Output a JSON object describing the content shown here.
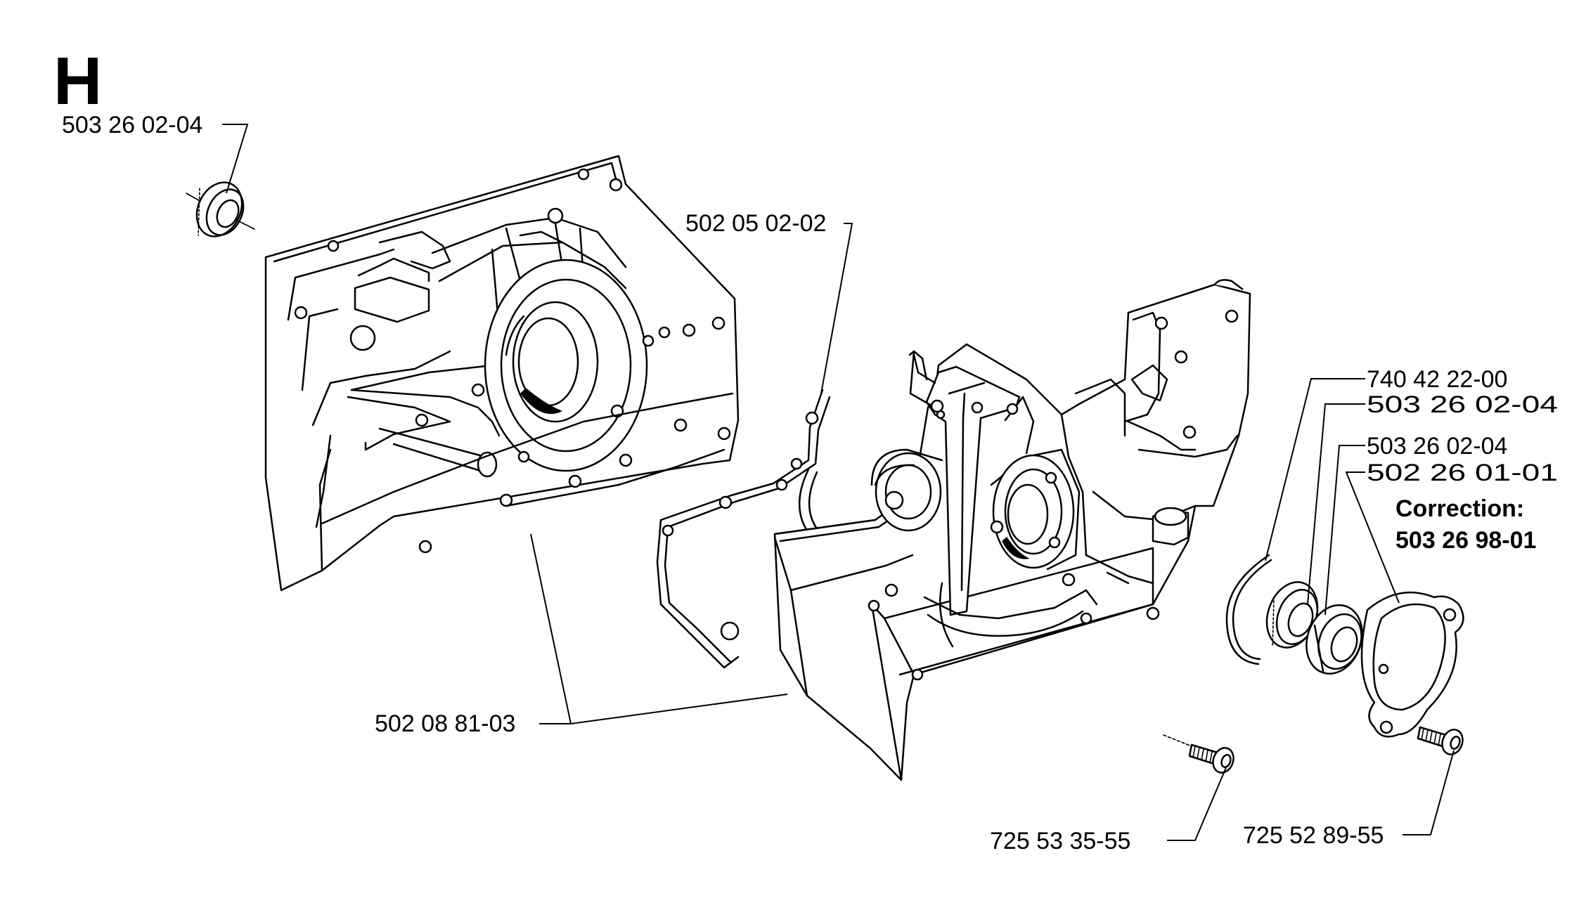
{
  "section_letter": "H",
  "part_labels": {
    "seal_left": "503 26 02-04",
    "gasket": "502 05 02-02",
    "crankcase": "502 08 81-03",
    "oring": "740 42 22-00",
    "seal_right_1": "503 26 02-04",
    "seal_right_2": "503 26 02-04",
    "cover": "502 26 01-01",
    "screw_center": "725 53 35-55",
    "screw_right": "725 52 89-55"
  },
  "correction": {
    "title": "Correction:",
    "number": "503 26 98-01"
  }
}
